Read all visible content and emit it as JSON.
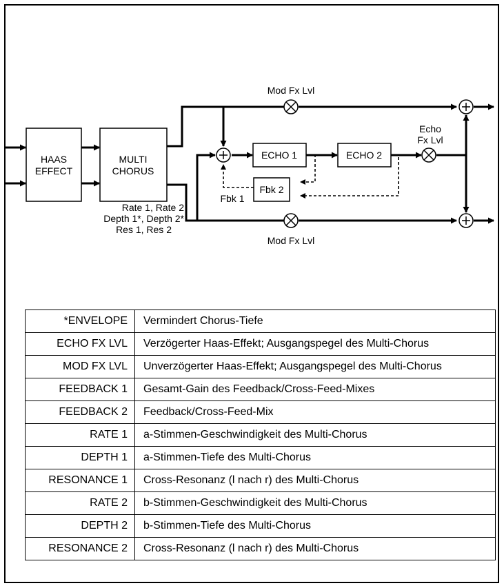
{
  "colors": {
    "ink": "#000000",
    "paper": "#ffffff"
  },
  "icons": {
    "summing_junction": "plus-circle",
    "multiplier": "x-circle",
    "arrowhead": "filled-triangle"
  },
  "diagram": {
    "blocks": {
      "haas": [
        "HAAS",
        "EFFECT"
      ],
      "chorus": [
        "MULTI",
        "CHORUS"
      ],
      "echo1": "ECHO 1",
      "echo2": "ECHO 2",
      "fbk2": "Fbk 2"
    },
    "labels": {
      "mod_top": "Mod Fx Lvl",
      "mod_bottom": "Mod Fx Lvl",
      "echo_lvl": [
        "Echo",
        "Fx Lvl"
      ],
      "fbk1": "Fbk 1",
      "chorus_params": [
        "Rate 1, Rate 2",
        "Depth 1*, Depth 2*",
        "Res 1, Res 2"
      ]
    }
  },
  "params": [
    {
      "name": "*ENVELOPE",
      "desc": "Vermindert Chorus-Tiefe"
    },
    {
      "name": "ECHO FX LVL",
      "desc": "Verzögerter Haas-Effekt; Ausgangspegel des Multi-Chorus"
    },
    {
      "name": "MOD FX LVL",
      "desc": "Unverzögerter Haas-Effekt; Ausgangspegel des Multi-Chorus"
    },
    {
      "name": "FEEDBACK 1",
      "desc": "Gesamt-Gain des Feedback/Cross-Feed-Mixes"
    },
    {
      "name": "FEEDBACK 2",
      "desc": "Feedback/Cross-Feed-Mix"
    },
    {
      "name": "RATE 1",
      "desc": "a-Stimmen-Geschwindigkeit des Multi-Chorus"
    },
    {
      "name": "DEPTH 1",
      "desc": "a-Stimmen-Tiefe des Multi-Chorus"
    },
    {
      "name": "RESONANCE 1",
      "desc": "Cross-Resonanz (l nach r) des Multi-Chorus"
    },
    {
      "name": "RATE 2",
      "desc": "b-Stimmen-Geschwindigkeit des Multi-Chorus"
    },
    {
      "name": "DEPTH 2",
      "desc": "b-Stimmen-Tiefe des Multi-Chorus"
    },
    {
      "name": "RESONANCE 2",
      "desc": "Cross-Resonanz (l nach r) des Multi-Chorus"
    }
  ]
}
